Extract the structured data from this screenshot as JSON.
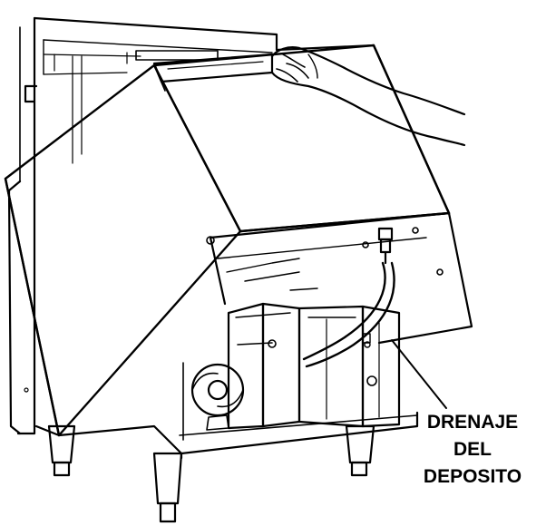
{
  "diagram": {
    "callout": {
      "lines": [
        "DRENAJE",
        "DEL",
        "DEPOSITO"
      ]
    }
  }
}
